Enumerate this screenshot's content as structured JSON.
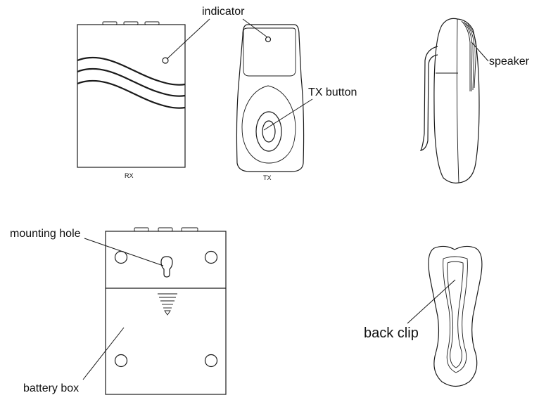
{
  "labels": {
    "indicator": "indicator",
    "tx_button": "TX button",
    "speaker": "speaker",
    "mounting_hole": "mounting hole",
    "battery_box": "battery box",
    "back_clip": "back clip"
  },
  "device_captions": {
    "rx": "RX",
    "tx": "TX"
  }
}
